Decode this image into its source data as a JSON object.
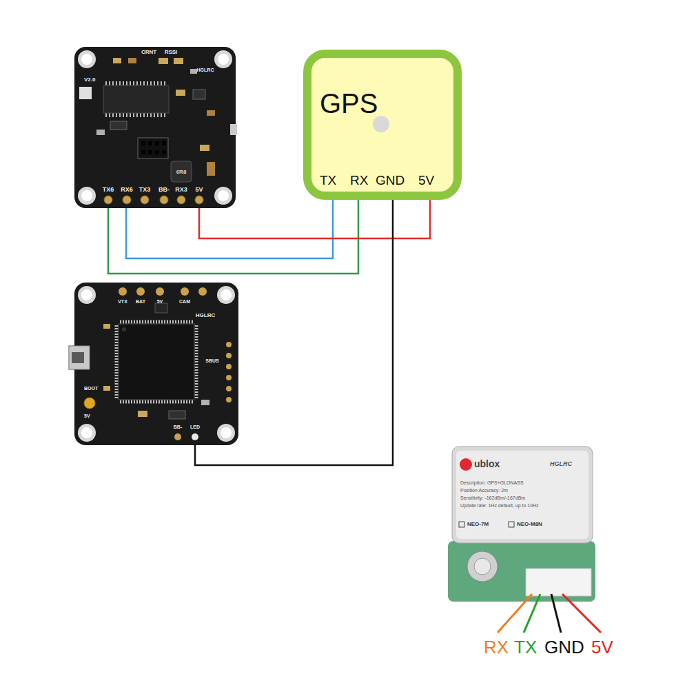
{
  "diagram": {
    "nodes": [
      {
        "text": [
          "CRNT",
          "RSSI",
          "V2.0",
          "HGLRC",
          "6R8",
          "TX6",
          "RX6",
          "TX3",
          "BB-",
          "RX3",
          "5V"
        ]
      },
      {
        "text": [
          "GPS",
          "TX",
          "RX",
          "GND",
          "5V"
        ]
      },
      {
        "text": [
          "VTX",
          "BAT",
          "5V",
          "CAM",
          "HGLRC",
          "SBUS",
          "BOOT",
          "5V",
          "BB-",
          "LED"
        ]
      },
      {
        "text": [
          "ublox",
          "HGLRC",
          "Description: GPS+GLONASS",
          "Position Accuracy: 2m",
          "Sensitivity: -162dBm/-167dBm",
          "Update rate: 1Hz default, up to 10Hz",
          "NEO-7M",
          "NEO-M8N"
        ]
      }
    ],
    "edges": [
      {
        "from": 0,
        "to": 1,
        "arrow": "none"
      },
      {
        "from": 0,
        "to": 1,
        "arrow": "none"
      },
      {
        "from": 0,
        "to": 1,
        "arrow": "none"
      },
      {
        "from": 1,
        "to": 2,
        "arrow": "none"
      }
    ],
    "labels": [
      "RX",
      "TX",
      "GND",
      "5V"
    ]
  }
}
